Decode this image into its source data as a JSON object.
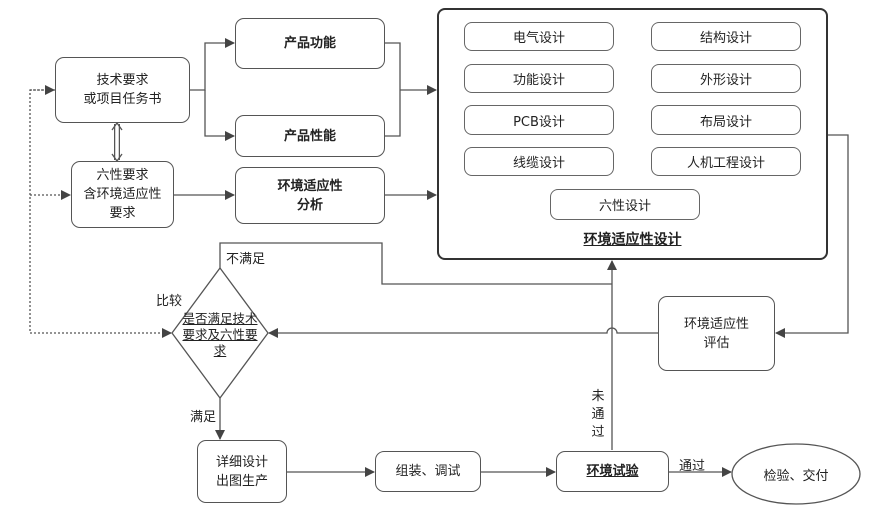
{
  "inputs": {
    "tech_req": [
      "技术要求",
      "或项目任务书"
    ],
    "six_req": [
      "六性要求",
      "含环境适应性",
      "要求"
    ]
  },
  "analysis": {
    "product_function": "产品功能",
    "product_performance": "产品性能",
    "env_analysis": [
      "环境适应性",
      "分析"
    ]
  },
  "design": {
    "title": "环境适应性设计",
    "items": [
      "电气设计",
      "结构设计",
      "功能设计",
      "外形设计",
      "PCB设计",
      "布局设计",
      "线缆设计",
      "人机工程设计",
      "六性设计"
    ]
  },
  "decision": {
    "text": [
      "是否满足技术",
      "要求及六性要",
      "求"
    ],
    "compare_label": "比较",
    "no_label": "不满足",
    "yes_label": "满足"
  },
  "evaluation": [
    "环境适应性",
    "评估"
  ],
  "process": {
    "detail_design": [
      "详细设计",
      "出图生产"
    ],
    "assembly": "组装、调试",
    "env_test": "环境试验",
    "fail_label": [
      "未",
      "通",
      "过"
    ],
    "pass_label": "通过",
    "delivery": "检验、交付"
  }
}
